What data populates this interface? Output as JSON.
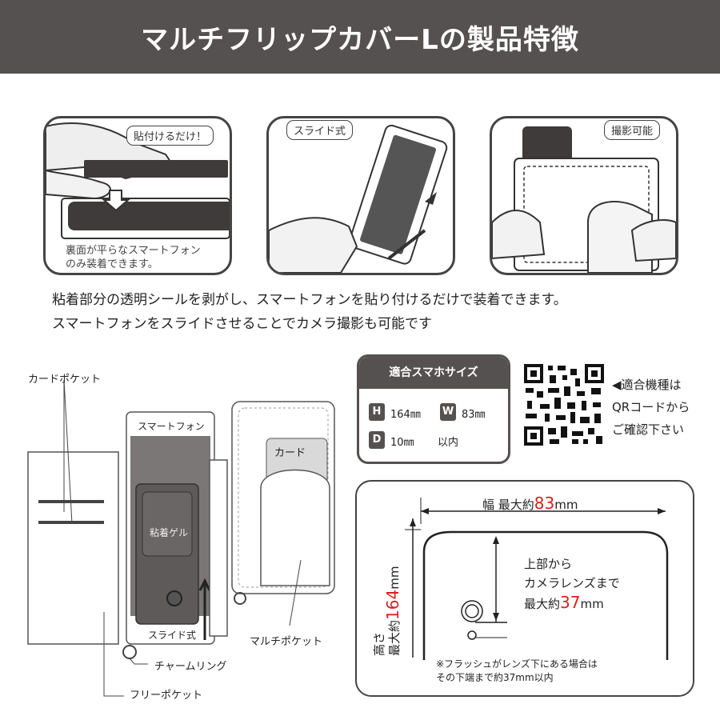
{
  "header": {
    "title": "マルチフリップカバーLの製品特徴"
  },
  "features": [
    {
      "tag": "貼付けるだけ！",
      "caption_lines": [
        "裏面が平らなスマートフォン",
        "のみ装着できます。"
      ]
    },
    {
      "tag": "スライド式"
    },
    {
      "tag": "撮影可能"
    }
  ],
  "description": [
    "粘着部分の透明シールを剥がし、スマートフォンを貼り付けるだけで装着できます。",
    "スマートフォンをスライドさせることでカメラ撮影も可能です"
  ],
  "diagram": {
    "card_pocket": "カードポケット",
    "smartphone": "スマートフォン",
    "adhesive_gel": "粘着ゲル",
    "slide": "スライド式",
    "card": "カード",
    "multi_pocket": "マルチポケット",
    "charm_ring": "チャームリング",
    "free_pocket": "フリーポケット"
  },
  "size": {
    "title": "適合スマホサイズ",
    "items": [
      {
        "key": "H",
        "value": "164㎜"
      },
      {
        "key": "W",
        "value": "83㎜"
      },
      {
        "key": "D",
        "value": "10㎜"
      }
    ],
    "suffix": "以内"
  },
  "qr": {
    "lines": [
      "◀適合機種は",
      "QRコードから",
      "ご確認下さい"
    ]
  },
  "dimensions": {
    "width_prefix": "幅 最大約",
    "width_value": "83",
    "width_unit": "mm",
    "height_prefix_1": "高さ",
    "height_prefix_2": "最大約",
    "height_value": "164",
    "height_unit": "mm",
    "lens_line1": "上部から",
    "lens_line2": "カメラレンズまで",
    "lens_prefix": "最大約",
    "lens_value": "37",
    "lens_unit": "mm",
    "note_line1": "※フラッシュがレンズ下にある場合は",
    "note_line2": "その下端まで約37mm以内"
  },
  "colors": {
    "header_bg": "#555150",
    "accent_red": "#d91f1f",
    "dark_panel": "#3f3b3a"
  }
}
